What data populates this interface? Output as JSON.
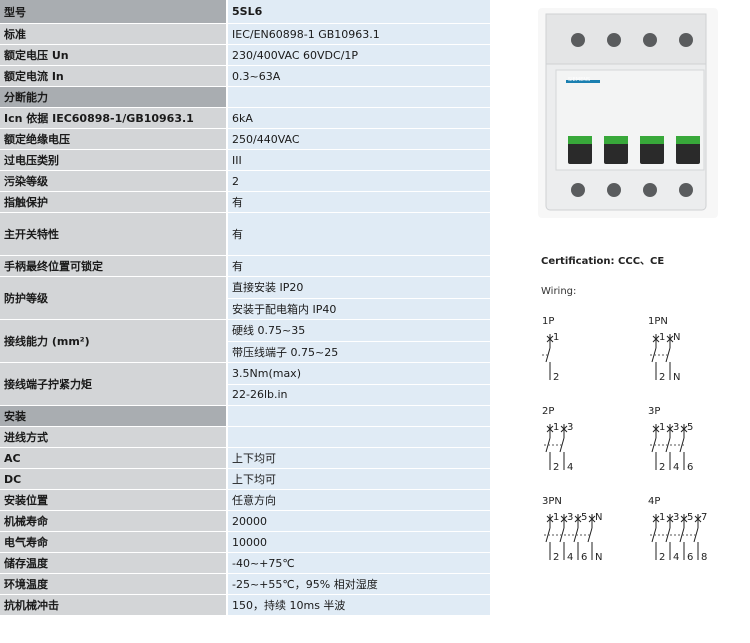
{
  "spec_rows": [
    {
      "label": "型号",
      "value": "5SL6",
      "style": "hdr"
    },
    {
      "label": "标准",
      "value": "IEC/EN60898-1 GB10963.1"
    },
    {
      "label": "额定电压 Un",
      "value": "230/400VAC 60VDC/1P"
    },
    {
      "label": "额定电流 In",
      "value": "0.3~63A"
    },
    {
      "label": "分断能力",
      "value": "",
      "style": "sec"
    },
    {
      "label": "Icn 依据 IEC60898-1/GB10963.1",
      "value": "6kA",
      "bold": true
    },
    {
      "label": "额定绝缘电压",
      "value": "250/440VAC"
    },
    {
      "label": "过电压类别",
      "value": "III"
    },
    {
      "label": "污染等级",
      "value": "2"
    },
    {
      "label": "指触保护",
      "value": "有"
    },
    {
      "label": "主开关特性",
      "value": "有"
    },
    {
      "label": "手柄最终位置可锁定",
      "value": "有"
    },
    {
      "label": "防护等级",
      "values": [
        "直接安装 IP20",
        "安装于配电箱内 IP40"
      ]
    },
    {
      "label": "接线能力 (mm²)",
      "values": [
        "硬线 0.75~35",
        "带压线端子 0.75~25"
      ]
    },
    {
      "label": "接线端子拧紧力矩",
      "values": [
        "3.5Nm(max)",
        "22-26lb.in"
      ]
    },
    {
      "label": "安装",
      "value": "",
      "style": "sec"
    },
    {
      "label": "进线方式",
      "value": ""
    },
    {
      "label": "AC",
      "value": "上下均可"
    },
    {
      "label": "DC",
      "value": "上下均可"
    },
    {
      "label": "安装位置",
      "value": "任意方向"
    },
    {
      "label": "机械寿命",
      "value": "20000"
    },
    {
      "label": "电气寿命",
      "value": "10000"
    },
    {
      "label": "储存温度",
      "value": "-40~+75℃"
    },
    {
      "label": "环境温度",
      "value": "-25~+55℃，95% 相对湿度"
    },
    {
      "label": "抗机械冲击",
      "value": "150，持续 10ms 半波"
    }
  ],
  "product": {
    "brand": "SIEMENS"
  },
  "certification": "Certification: CCC、CE",
  "wiring": {
    "label": "Wiring:",
    "diagrams": [
      {
        "name": "1P",
        "top": [
          "1"
        ],
        "bottom": [
          "2"
        ]
      },
      {
        "name": "1PN",
        "top": [
          "1",
          "N"
        ],
        "bottom": [
          "2",
          "N"
        ]
      },
      {
        "name": "2P",
        "top": [
          "1",
          "3"
        ],
        "bottom": [
          "2",
          "4"
        ]
      },
      {
        "name": "3P",
        "top": [
          "1",
          "3",
          "5"
        ],
        "bottom": [
          "2",
          "4",
          "6"
        ]
      },
      {
        "name": "3PN",
        "top": [
          "1",
          "3",
          "5",
          "N"
        ],
        "bottom": [
          "2",
          "4",
          "6",
          "N"
        ]
      },
      {
        "name": "4P",
        "top": [
          "1",
          "3",
          "5",
          "7"
        ],
        "bottom": [
          "2",
          "4",
          "6",
          "8"
        ]
      }
    ]
  }
}
